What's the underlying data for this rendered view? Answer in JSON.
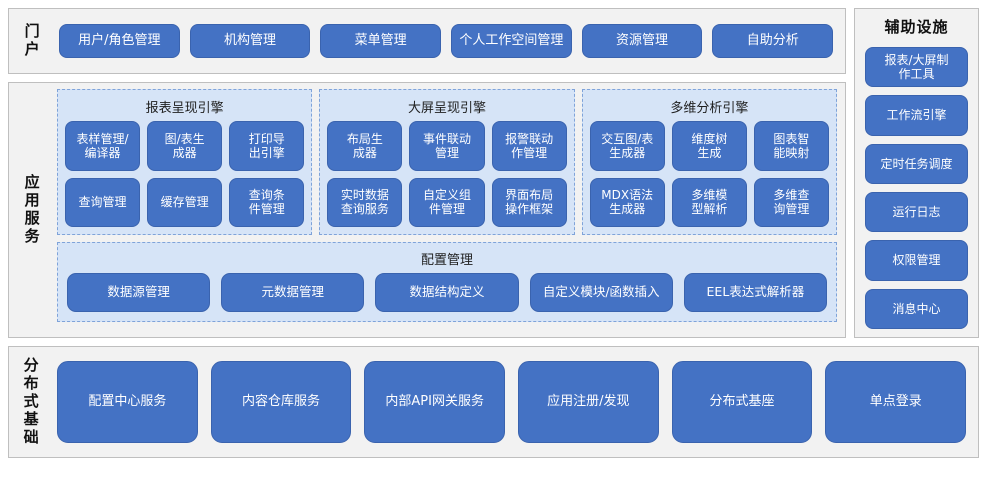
{
  "theme": {
    "pill_blue": "#4472C4",
    "panel_blue": "#D6E4F7",
    "panel_border": "#7FA3D9",
    "section_bg": "#F2F2F2",
    "section_border": "#BFBFBF",
    "text_dark": "#111111",
    "text_light": "#FFFFFF"
  },
  "portal": {
    "label": "门户",
    "items": [
      {
        "label": "用户/角色管理"
      },
      {
        "label": "机构管理"
      },
      {
        "label": "菜单管理"
      },
      {
        "label": "个人工作空间管理"
      },
      {
        "label": "资源管理"
      },
      {
        "label": "自助分析"
      }
    ]
  },
  "app_services": {
    "label": "应用服务",
    "engines": [
      {
        "title": "报表呈现引擎",
        "items": [
          {
            "label": "表样管理/\n编译器"
          },
          {
            "label": "图/表生\n成器"
          },
          {
            "label": "打印导\n出引擎"
          },
          {
            "label": "查询管理"
          },
          {
            "label": "缓存管理"
          },
          {
            "label": "查询条\n件管理"
          }
        ]
      },
      {
        "title": "大屏呈现引擎",
        "items": [
          {
            "label": "布局生\n成器"
          },
          {
            "label": "事件联动\n管理"
          },
          {
            "label": "报警联动\n作管理"
          },
          {
            "label": "实时数据\n查询服务"
          },
          {
            "label": "自定义组\n件管理"
          },
          {
            "label": "界面布局\n操作框架"
          }
        ]
      },
      {
        "title": "多维分析引擎",
        "items": [
          {
            "label": "交互图/表\n生成器"
          },
          {
            "label": "维度树\n生成"
          },
          {
            "label": "图表智\n能映射"
          },
          {
            "label": "MDX语法\n生成器"
          },
          {
            "label": "多维模\n型解析"
          },
          {
            "label": "多维查\n询管理"
          }
        ]
      }
    ],
    "config": {
      "title": "配置管理",
      "items": [
        {
          "label": "数据源管理"
        },
        {
          "label": "元数据管理"
        },
        {
          "label": "数据结构定义"
        },
        {
          "label": "自定义模块/函数插入"
        },
        {
          "label": "EEL表达式解析器"
        }
      ]
    }
  },
  "aux": {
    "title": "辅助设施",
    "items": [
      {
        "label": "报表/大屏制\n作工具"
      },
      {
        "label": "工作流引擎"
      },
      {
        "label": "定时任务调度"
      },
      {
        "label": "运行日志"
      },
      {
        "label": "权限管理"
      },
      {
        "label": "消息中心"
      }
    ]
  },
  "distributed": {
    "label": "分布式基础",
    "items": [
      {
        "label": "配置中心服务"
      },
      {
        "label": "内容仓库服务"
      },
      {
        "label": "内部API网关服务"
      },
      {
        "label": "应用注册/发现"
      },
      {
        "label": "分布式基座"
      },
      {
        "label": "单点登录"
      }
    ]
  }
}
